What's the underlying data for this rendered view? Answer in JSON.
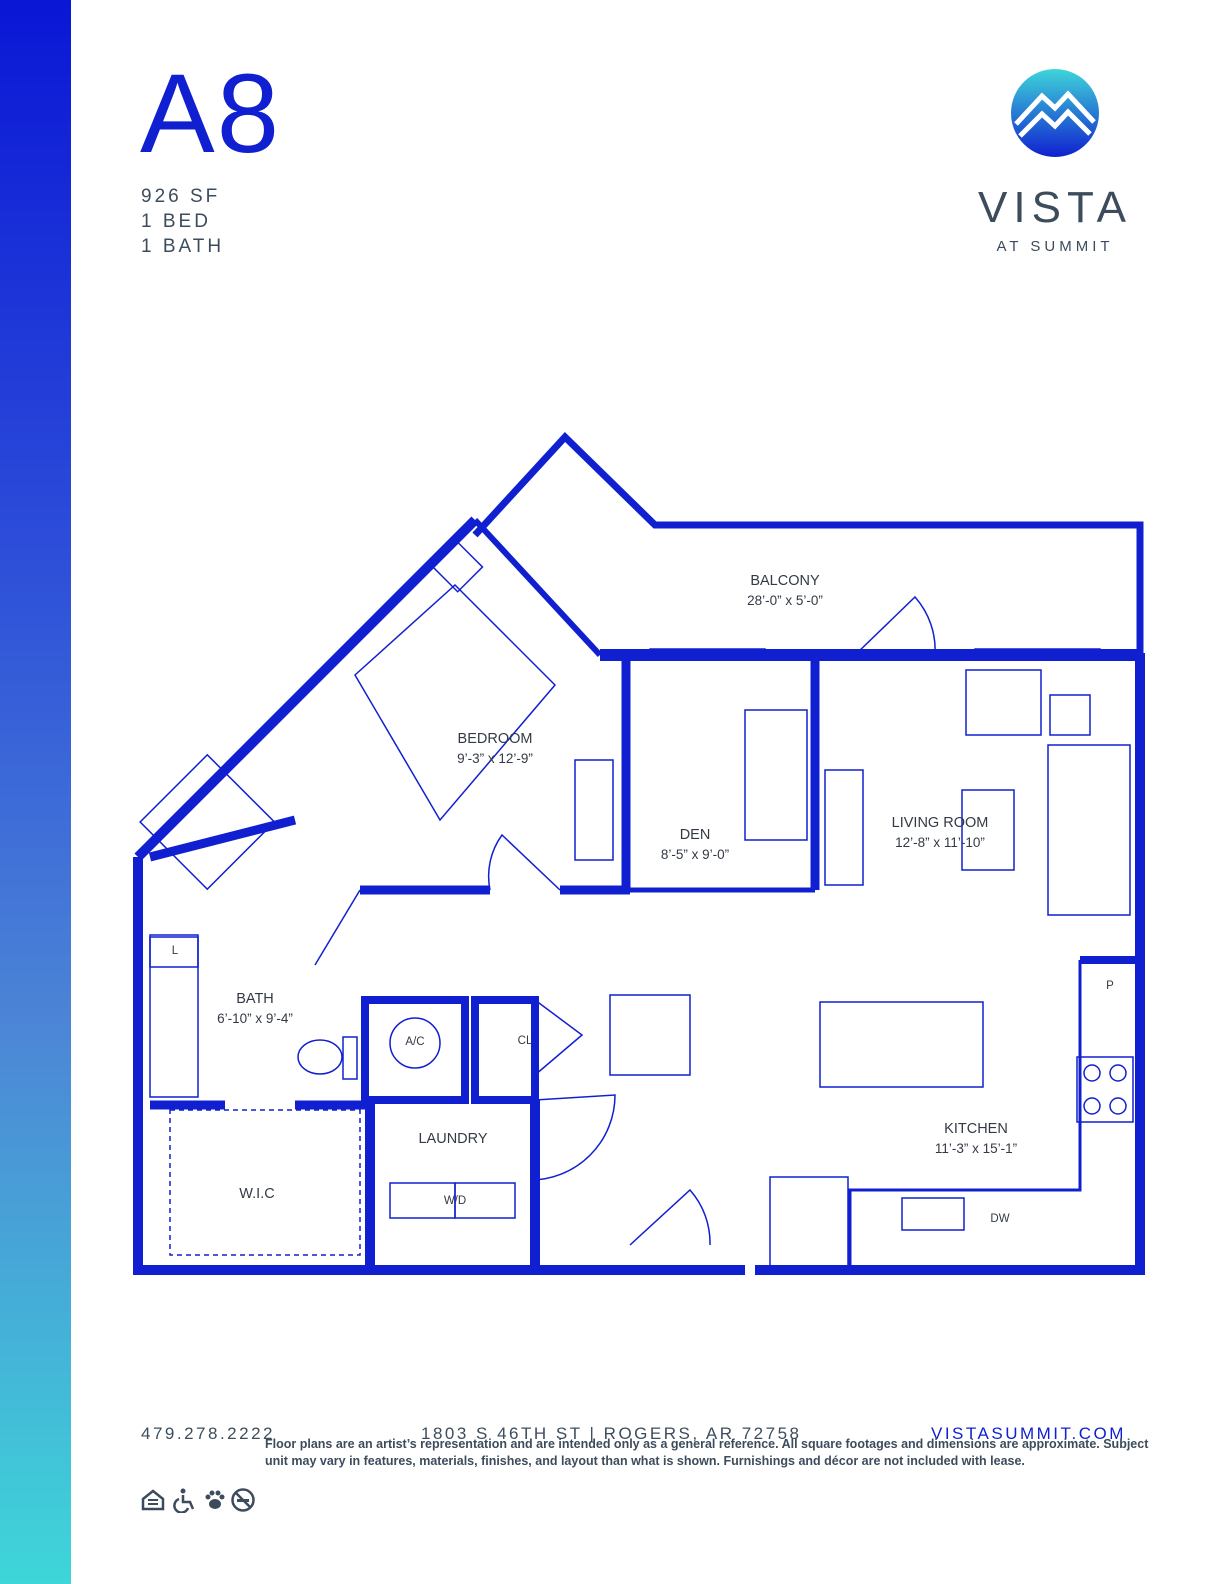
{
  "unit": {
    "name": "A8",
    "specs": [
      "926 SF",
      "1 BED",
      "1 BATH"
    ]
  },
  "brand": {
    "name": "VISTA",
    "subtitle": "AT SUMMIT",
    "logo_icon": "mountain-circle-icon"
  },
  "rooms": {
    "balcony": {
      "name": "BALCONY",
      "dims": "28’-0” x 5’-0”"
    },
    "bedroom": {
      "name": "BEDROOM",
      "dims": "9’-3” x 12’-9”"
    },
    "den": {
      "name": "DEN",
      "dims": "8’-5” x 9’-0”"
    },
    "living": {
      "name": "LIVING ROOM",
      "dims": "12’-8” x 11’-10”"
    },
    "bath": {
      "name": "BATH",
      "dims": "6’-10” x 9’-4”"
    },
    "laundry": {
      "name": "LAUNDRY"
    },
    "kitchen": {
      "name": "KITCHEN",
      "dims": "11’-3” x 15’-1”"
    },
    "wic": {
      "name": "W.I.C"
    }
  },
  "fixtures": {
    "linen": "L",
    "ac": "A/C",
    "closet": "CL",
    "washer_dryer": "W/D",
    "pantry": "P",
    "dishwasher": "DW"
  },
  "footer": {
    "phone": "479.278.2222",
    "address": "1803 S 46TH ST | ROGERS, AR 72758",
    "website": "VISTASUMMIT.COM",
    "disclaimer": "Floor plans are an artist’s representation and are intended only as a general reference. All square footages and dimensions are approximate. Subject unit may vary in features, materials, finishes, and layout than what is shown. Furnishings and décor are not included with lease.",
    "icons": [
      "equal-housing-icon",
      "accessibility-icon",
      "pet-friendly-icon",
      "no-smoking-icon"
    ]
  },
  "colors": {
    "primary": "#1020d0",
    "text": "#3d4c5c",
    "gradient_top": "#0a17d6",
    "gradient_bottom": "#3ed6d9"
  }
}
